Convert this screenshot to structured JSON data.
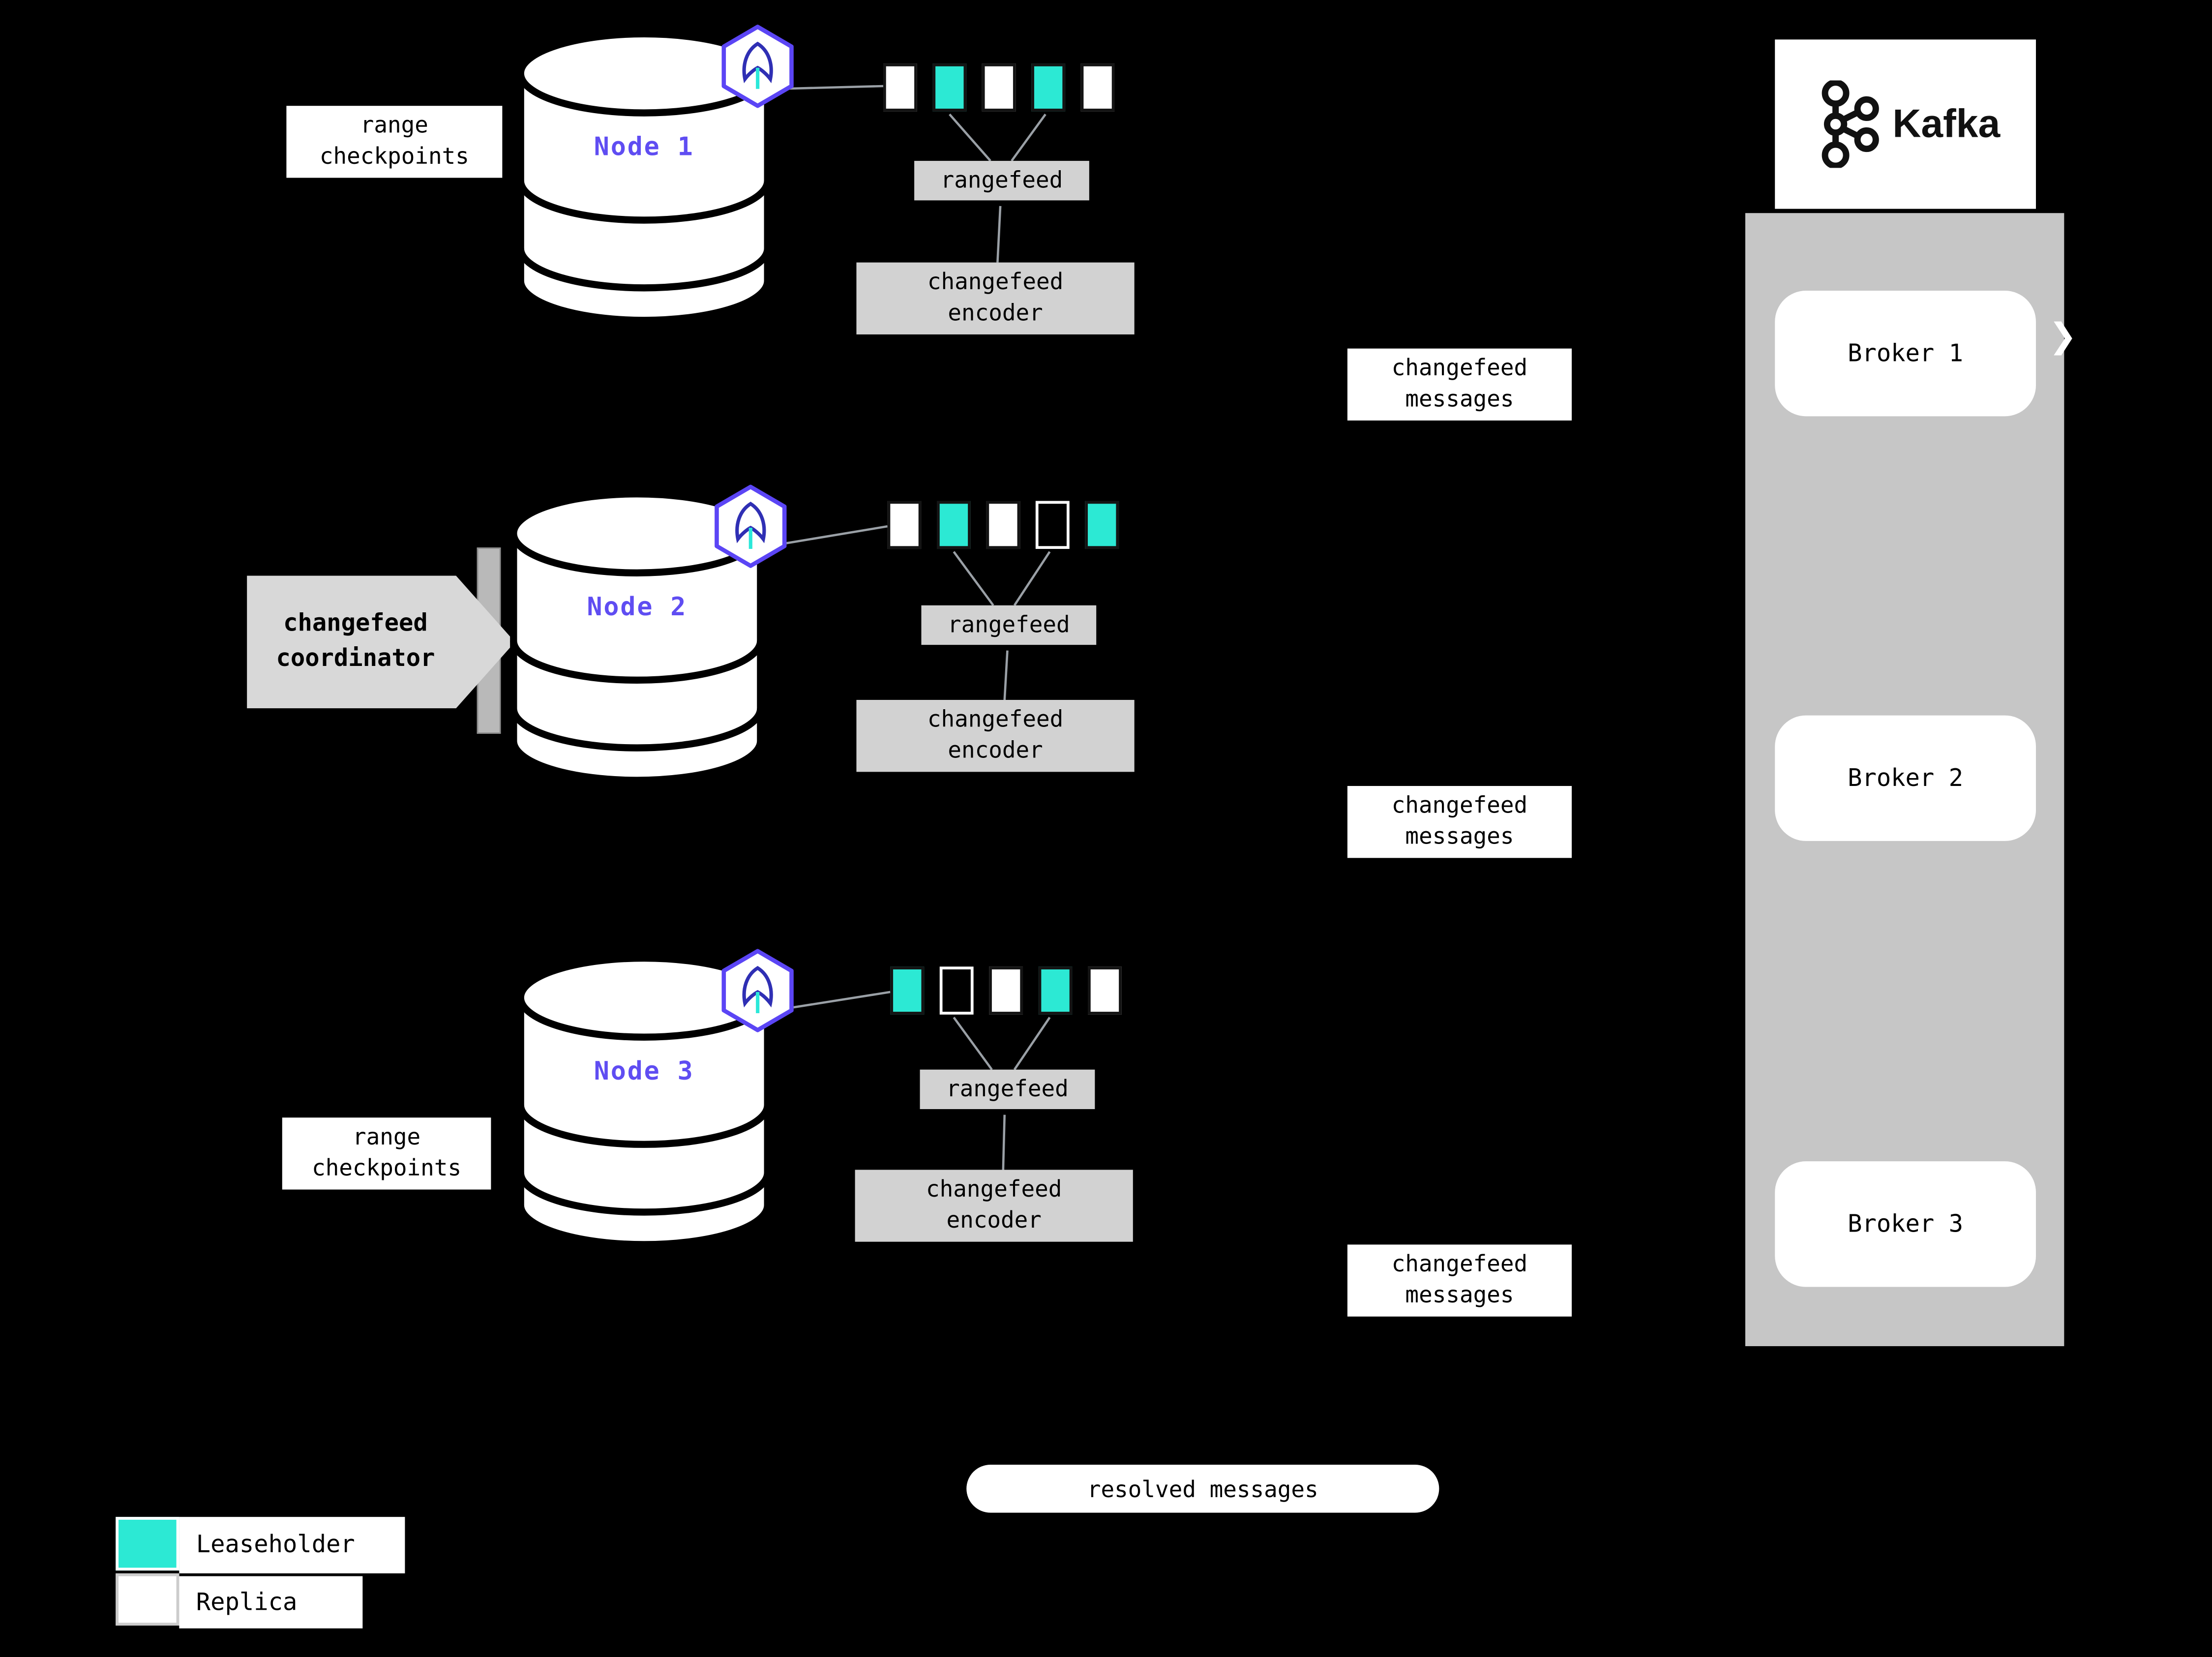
{
  "colors": {
    "leaseholder": "#2ce9d4",
    "replica": "#ffffff",
    "node_label": "#5f4df2",
    "connector_line": "#9aa0a6"
  },
  "labels": {
    "range_checkpoints": "range checkpoints",
    "rangefeed": "rangefeed",
    "changefeed_encoder": "changefeed encoder",
    "changefeed_messages": "changefeed messages",
    "changefeed_coordinator": "changefeed coordinator",
    "resolved_messages": "resolved messages"
  },
  "nodes": [
    {
      "label": "Node 1",
      "ranges": [
        "replica",
        "leaseholder",
        "replica",
        "leaseholder",
        "replica"
      ]
    },
    {
      "label": "Node 2",
      "ranges": [
        "replica",
        "leaseholder",
        "replica",
        "outline",
        "leaseholder"
      ]
    },
    {
      "label": "Node 3",
      "ranges": [
        "leaseholder",
        "outline",
        "replica",
        "leaseholder",
        "replica"
      ]
    }
  ],
  "kafka": {
    "logo_text": "Kafka",
    "brokers": [
      {
        "label": "Broker 1"
      },
      {
        "label": "Broker 2"
      },
      {
        "label": "Broker 3"
      }
    ]
  },
  "legend": {
    "items": [
      {
        "key": "leaseholder",
        "label": "Leaseholder"
      },
      {
        "key": "replica",
        "label": "Replica"
      }
    ]
  }
}
